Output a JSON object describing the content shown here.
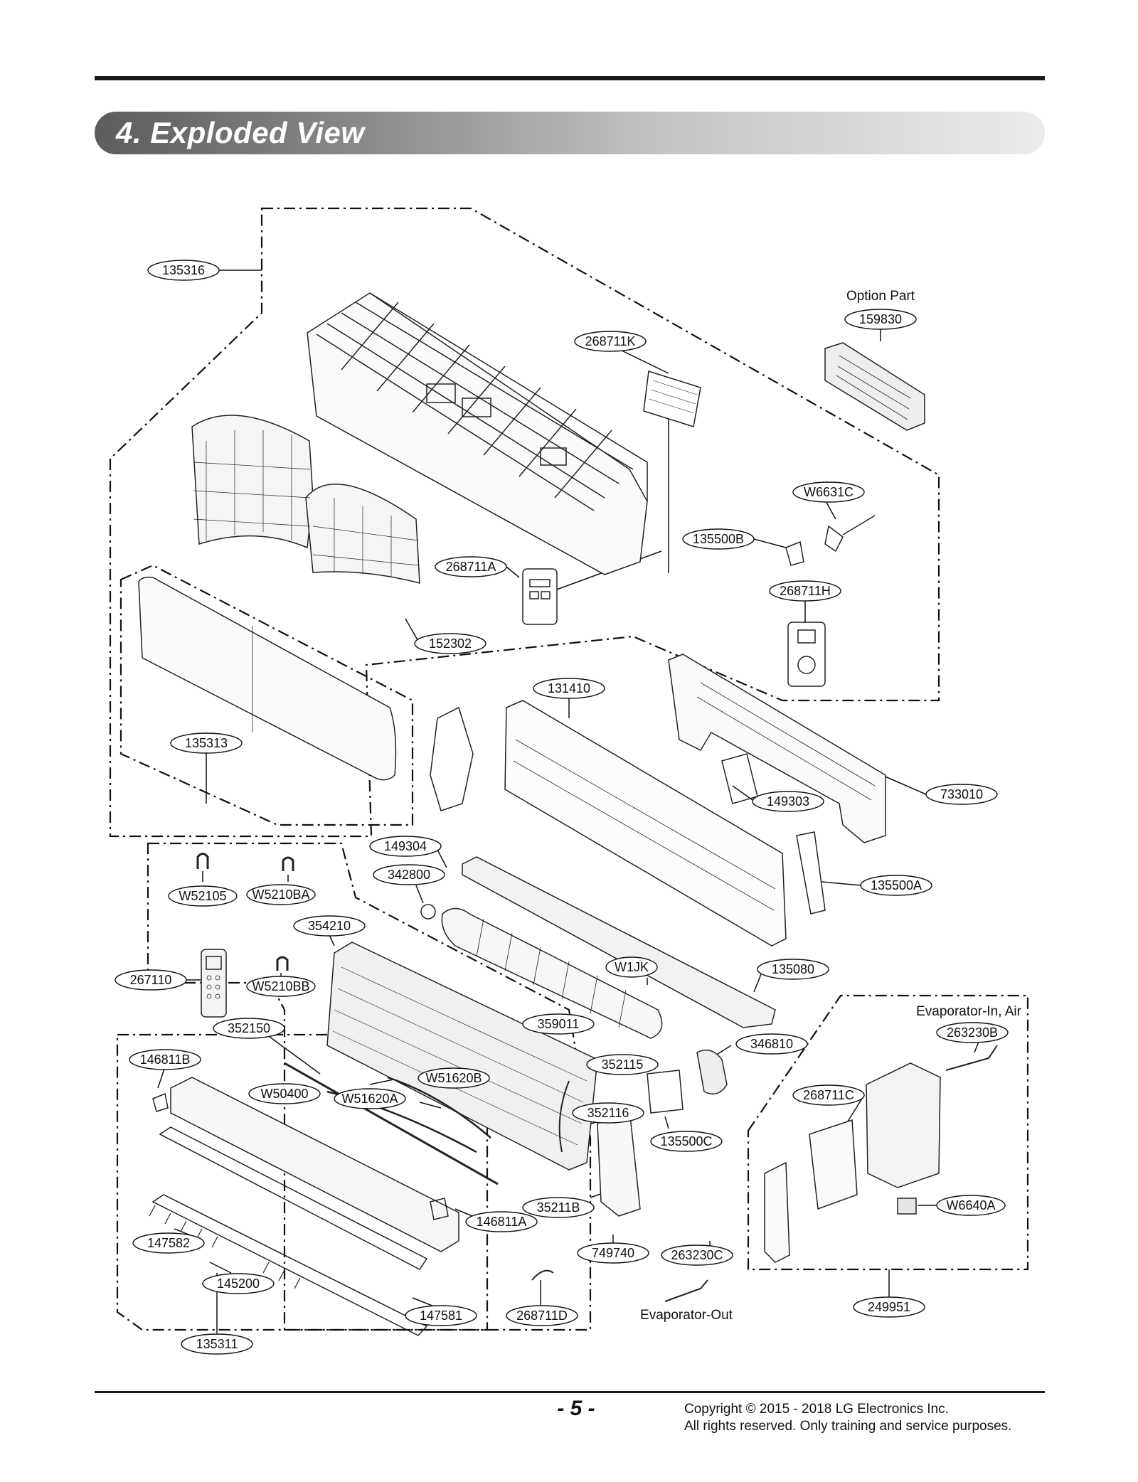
{
  "header": {
    "title": "4. Exploded View"
  },
  "diagram": {
    "notes": {
      "option_part": "Option Part",
      "evap_in": "Evaporator-In, Air",
      "evap_out": "Evaporator-Out"
    },
    "labels": [
      "135316",
      "159830",
      "268711K",
      "W6631C",
      "135500B",
      "268711A",
      "268711H",
      "152302",
      "131410",
      "135313",
      "733010",
      "149303",
      "149304",
      "342800",
      "135500A",
      "W52105",
      "W5210BA",
      "354210",
      "267110",
      "W5210BB",
      "W1JK",
      "135080",
      "352150",
      "359011",
      "346810",
      "263230B",
      "146811B",
      "352115",
      "W51620B",
      "W50400",
      "W51620A",
      "268711C",
      "352116",
      "135500C",
      "W6640A",
      "35211B",
      "146811A",
      "147582",
      "749740",
      "263230C",
      "145200",
      "147581",
      "268711D",
      "249951",
      "135311"
    ]
  },
  "footer": {
    "page_number": "- 5 -",
    "copyright_line1": "Copyright © 2015 - 2018 LG Electronics Inc.",
    "copyright_line2": "All rights reserved. Only training and service purposes."
  }
}
